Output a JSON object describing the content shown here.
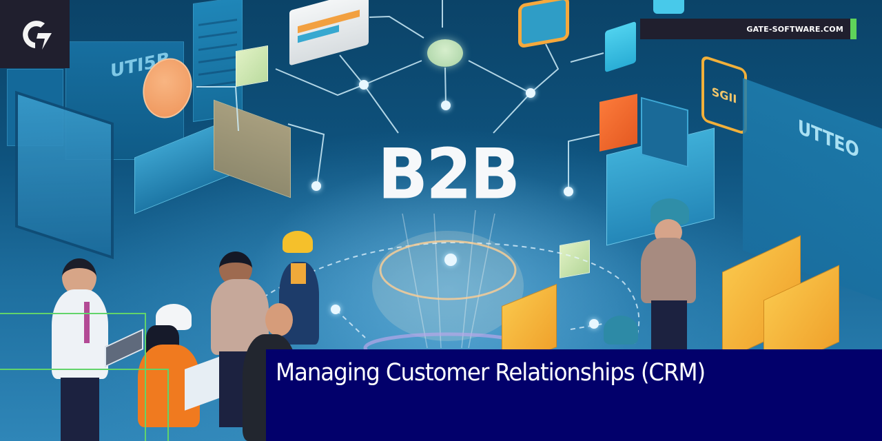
{
  "header": {
    "site_url": "GATE-SOFTWARE.COM",
    "accent_color": "#5fd35a",
    "bar_color": "#201f2e"
  },
  "logo": {
    "icon": "gate-g-logo-icon",
    "background": "#201f2e"
  },
  "hero": {
    "headline_graphic": "B2B",
    "sign_left": "UTI5B",
    "sign_right": "UTTEO",
    "badge_glyph": "SGII",
    "theme_colors": {
      "background_top": "#0b4368",
      "background_bottom": "#2f86b8",
      "boxes": "#f5b43a"
    }
  },
  "banner": {
    "title": "Managing Customer Relationships (CRM)",
    "background": "#02006b",
    "text_color": "#ffffff"
  },
  "decorations": {
    "outline_color": "#62d46a"
  }
}
